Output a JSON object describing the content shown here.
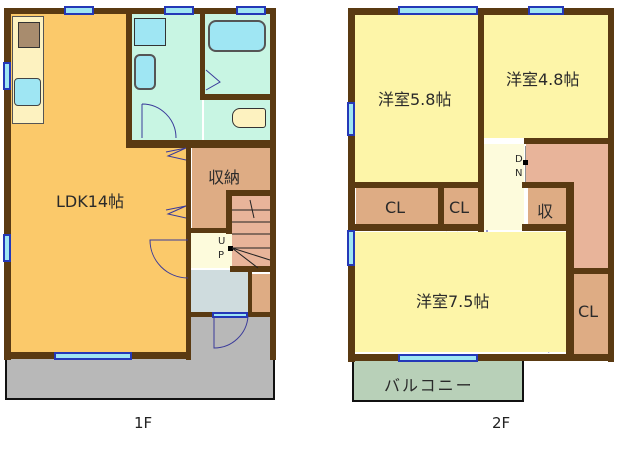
{
  "floors": [
    {
      "label": "1F",
      "rooms": [
        {
          "name": "ldk",
          "label": "LDK14帖"
        },
        {
          "name": "storage",
          "label": "収納"
        },
        {
          "name": "stairs-up",
          "label_u": "U",
          "label_p": "P"
        }
      ]
    },
    {
      "label": "2F",
      "rooms": [
        {
          "name": "western-room-5-8",
          "label": "洋室5.8帖"
        },
        {
          "name": "western-room-4-8",
          "label": "洋室4.8帖"
        },
        {
          "name": "western-room-7-5",
          "label": "洋室7.5帖"
        },
        {
          "name": "closet-1",
          "label": "CL"
        },
        {
          "name": "closet-2",
          "label": "CL"
        },
        {
          "name": "closet-3",
          "label": "CL"
        },
        {
          "name": "storage-2f",
          "label": "収"
        },
        {
          "name": "stairs-down",
          "label_d": "D",
          "label_n": "N"
        },
        {
          "name": "balcony",
          "label": "バルコニー"
        }
      ]
    }
  ],
  "colors": {
    "wall": "#5a3a12",
    "ldk": "#fbc96a",
    "wet_area": "#c8f5e3",
    "storage": "#deac84",
    "stairs": "#e8b49a",
    "hall": "#fdfbdc",
    "bedroom": "#fdf5a8",
    "entry": "#cfdcde",
    "exterior": "#b8b8b8",
    "balcony": "#b8d0b8",
    "window_glass": "#9fe6f3",
    "window_frame": "#2438b8"
  }
}
